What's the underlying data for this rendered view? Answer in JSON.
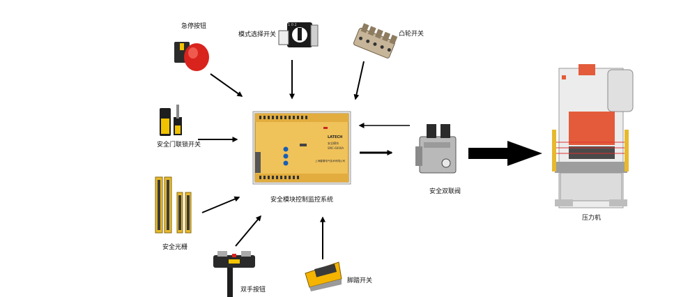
{
  "labels": {
    "estop": "急停按钮",
    "mode": "模式选择开关",
    "cam": "凸轮开关",
    "door": "安全门联锁开关",
    "curtain": "安全光栅",
    "twohand": "双手按钮",
    "foot": "脚踏开关",
    "controller": "安全模块控制监控系统",
    "valve": "安全双联阀",
    "press": "压力机"
  },
  "controller_panel": {
    "brand": "LATECH",
    "line1": "安全模块",
    "line2": "SMC-6000A",
    "footer": "上海雷骞电气技术有限公司"
  },
  "colors": {
    "controller_body": "#f0c25a",
    "estop_red": "#d9231d",
    "foot_yellow": "#f4b400",
    "curtain_yellow": "#e6b92e",
    "press_red": "#e35b3a",
    "arrow": "#000000"
  }
}
